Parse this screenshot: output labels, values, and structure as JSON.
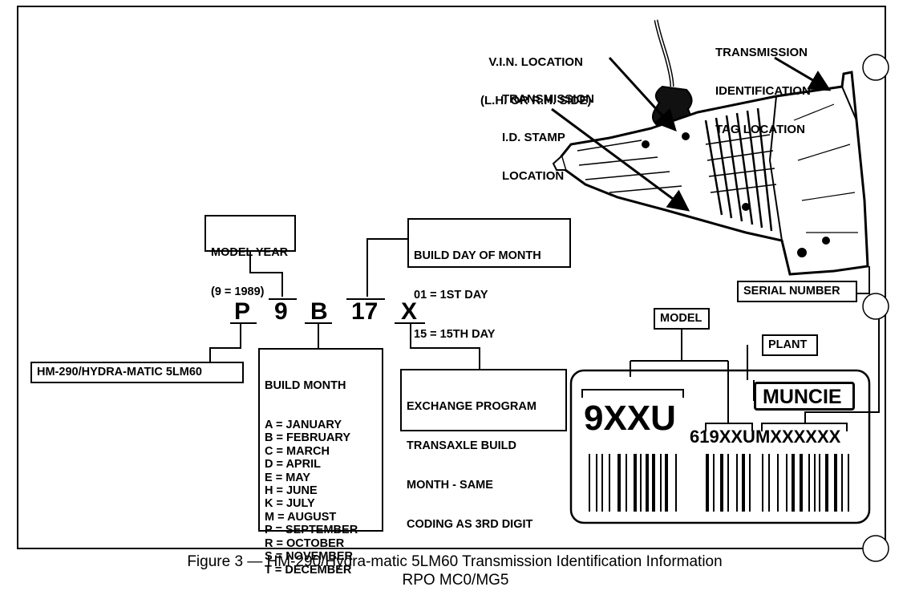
{
  "callouts": {
    "vin_location": [
      "V.I.N. LOCATION",
      "(L.H. OR R.H. SIDE)"
    ],
    "id_stamp": [
      "TRANSMISSION",
      "I.D. STAMP",
      "LOCATION"
    ],
    "id_tag": [
      "TRANSMISSION",
      "IDENTIFICATION",
      "TAG LOCATION"
    ]
  },
  "model_year_box": [
    "MODEL YEAR",
    "(9 = 1989)"
  ],
  "build_day_box": [
    "BUILD DAY OF MONTH",
    "01 = 1ST DAY",
    "15 = 15TH DAY"
  ],
  "code_chars": [
    "P",
    "9",
    "B",
    "17",
    "X"
  ],
  "hm_box": "HM-290/HYDRA-MATIC 5LM60",
  "build_month": {
    "title": "BUILD MONTH",
    "rows": [
      "A = JANUARY",
      "B = FEBRUARY",
      "C = MARCH",
      "D = APRIL",
      "E = MAY",
      "H = JUNE",
      "K = JULY",
      "M = AUGUST",
      "P = SEPTEMBER",
      "R = OCTOBER",
      "S = NOVEMBER",
      "T = DECEMBER"
    ]
  },
  "exchange_box": [
    "EXCHANGE PROGRAM",
    "TRANSAXLE BUILD",
    "MONTH - SAME",
    "CODING AS 3RD DIGIT"
  ],
  "serial_number_label": "SERIAL NUMBER",
  "model_label": "MODEL",
  "plant_label": "PLANT",
  "tag": {
    "plant_text": "MUNCIE",
    "model_code": "9XXU",
    "serial_code": "619XXUMXXXXXX"
  },
  "caption": {
    "line1": "Figure 3 — HM-290/Hydra-matic 5LM60 Transmission Identification Information",
    "line2": "RPO MC0/MG5"
  }
}
